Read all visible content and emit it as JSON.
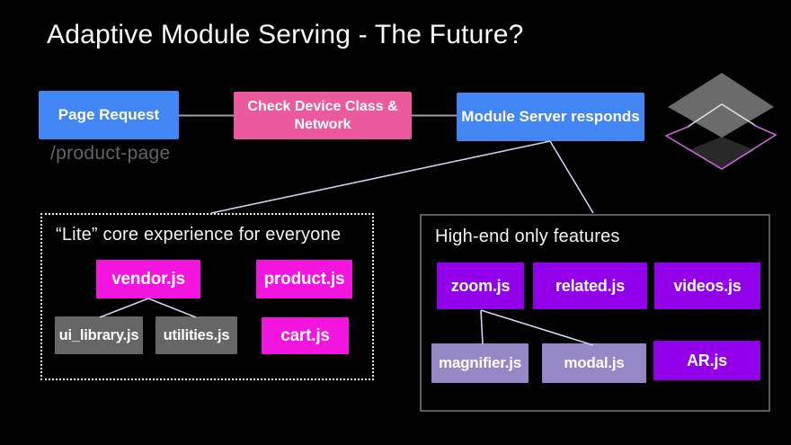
{
  "slide": {
    "title": "Adaptive Module Serving - The Future?"
  },
  "flow": {
    "page_request_label": "Page Request",
    "check_device_label": "Check Device Class & Network",
    "module_server_label": "Module Server responds",
    "route_label": "/product-page"
  },
  "lite_group": {
    "title": "“Lite” core experience for everyone",
    "modules": [
      {
        "label": "vendor.js",
        "variant": "magenta"
      },
      {
        "label": "product.js",
        "variant": "magenta"
      },
      {
        "label": "ui_library.js",
        "variant": "gray"
      },
      {
        "label": "utilities.js",
        "variant": "gray"
      },
      {
        "label": "cart.js",
        "variant": "magenta"
      }
    ]
  },
  "highend_group": {
    "title": "High-end only features",
    "modules": [
      {
        "label": "zoom.js",
        "variant": "purple"
      },
      {
        "label": "related.js",
        "variant": "purple"
      },
      {
        "label": "videos.js",
        "variant": "purple"
      },
      {
        "label": "magnifier.js",
        "variant": "lavender"
      },
      {
        "label": "modal.js",
        "variant": "lavender"
      },
      {
        "label": "AR.js",
        "variant": "purple"
      }
    ]
  },
  "colors": {
    "blue": "#4285f4",
    "pink": "#eb5a9d",
    "magenta": "#f414e0",
    "purple": "#9100e8",
    "lavender": "#9687c6",
    "gray": "#666666",
    "connector_diagonal": "#ccd5ee",
    "connector_horizontal": "#9aa0a6",
    "logo_pink_outline": "#c468d4"
  },
  "logo": {
    "name": "layered-diamonds-logo"
  }
}
